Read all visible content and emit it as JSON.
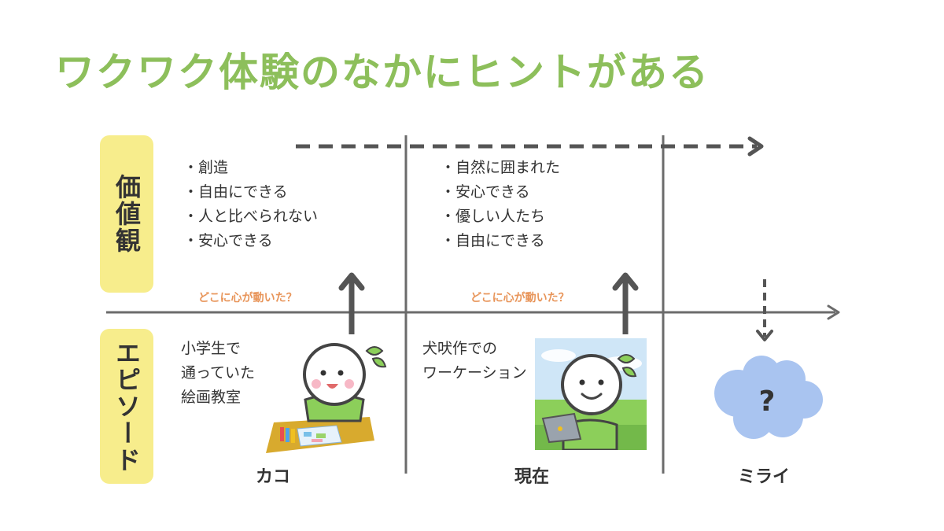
{
  "title": "ワクワク体験のなかにヒントがある",
  "rows": {
    "values_label": "価値観",
    "episode_label": "エピソード"
  },
  "columns": [
    {
      "label": "カコ",
      "values": [
        "創造",
        "自由にできる",
        "人と比べられない",
        "安心できる"
      ],
      "question": "どこに心が動いた？",
      "episode": [
        "小学生で",
        "通っていた",
        "絵画教室"
      ]
    },
    {
      "label": "現在",
      "values": [
        "自然に囲まれた",
        "安心できる",
        "優しい人たち",
        "自由にできる"
      ],
      "question": "どこに心が動いた？",
      "episode": [
        "犬吠作での",
        "ワーケーション"
      ]
    },
    {
      "label": "ミライ",
      "cloud_text": "?"
    }
  ],
  "colors": {
    "title": "#8dbf5b",
    "label_bg": "#f7ed8c",
    "axis": "#6b6b6b",
    "question": "#e8955a",
    "cloud": "#a9c4f0",
    "character_body": "#8ccf5a"
  }
}
